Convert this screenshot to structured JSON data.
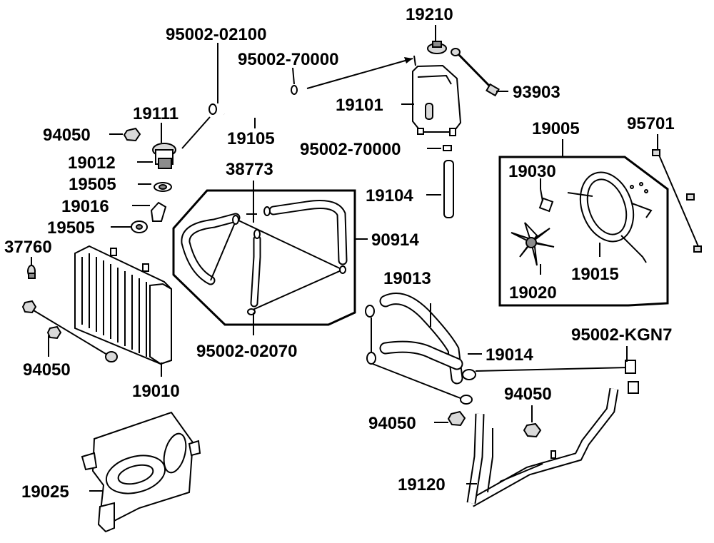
{
  "labels": {
    "p19210": "19210",
    "p95002_02100": "95002-02100",
    "p95002_70000_top": "95002-70000",
    "p93903": "93903",
    "p19101": "19101",
    "p19111": "19111",
    "p94050_a": "94050",
    "p19012": "19012",
    "p19105": "19105",
    "p95002_70000_mid": "95002-70000",
    "p38773": "38773",
    "p19505_a": "19505",
    "p19104": "19104",
    "p19005": "19005",
    "p95701": "95701",
    "p19030": "19030",
    "p19016": "19016",
    "p19505_b": "19505",
    "p90914": "90914",
    "p37760": "37760",
    "p19015": "19015",
    "p19013": "19013",
    "p19020": "19020",
    "p95002_02070": "95002-02070",
    "p95002_KGN7": "95002-KGN7",
    "p94050_b": "94050",
    "p19014": "19014",
    "p19010": "19010",
    "p94050_c": "94050",
    "p94050_d": "94050",
    "p19025": "19025",
    "p19120": "19120"
  }
}
